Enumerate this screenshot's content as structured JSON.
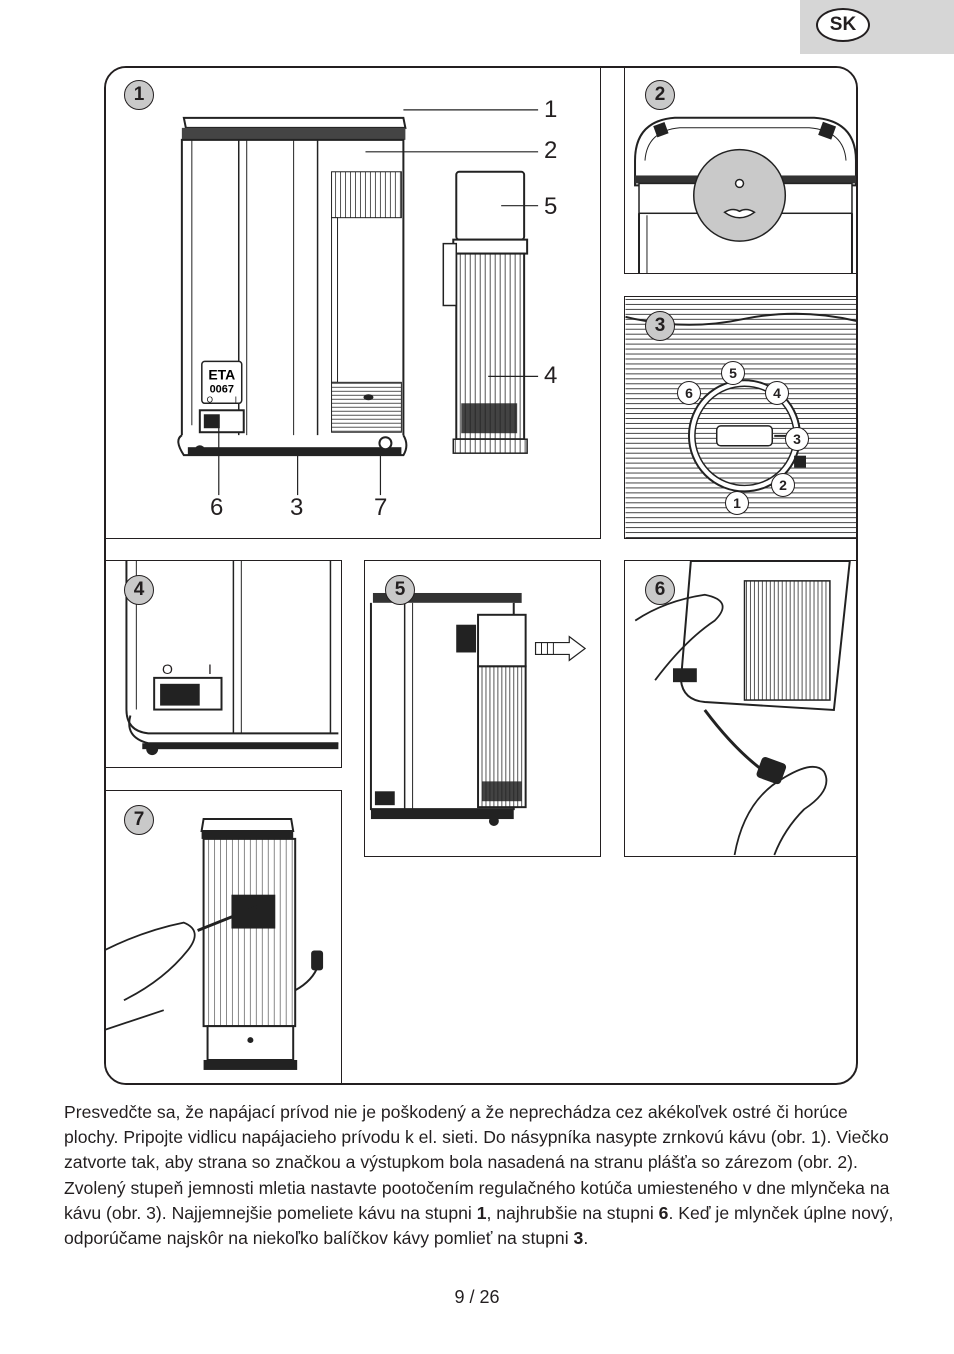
{
  "header": {
    "language_badge": "SK"
  },
  "figures": {
    "fig1": {
      "number": "1",
      "label_eta": "ETA",
      "label_model": "0067",
      "switch_off": "O",
      "switch_on": "I",
      "callouts": [
        "1",
        "2",
        "5",
        "4",
        "6",
        "3",
        "7"
      ]
    },
    "fig2": {
      "number": "2"
    },
    "fig3": {
      "number": "3",
      "dial_levels": [
        "1",
        "2",
        "3",
        "4",
        "5",
        "6"
      ]
    },
    "fig4": {
      "number": "4",
      "switch_off": "O",
      "switch_on": "I"
    },
    "fig5": {
      "number": "5"
    },
    "fig6": {
      "number": "6"
    },
    "fig7": {
      "number": "7"
    }
  },
  "instructions": {
    "p1": "Presvedčte sa, že napájací prívod nie je poškodený a že neprechádza cez akékoľvek ostré či horúce plochy. Pripojte vidlicu napájacieho prívodu k el. sieti. Do násypníka nasypte zrnkovú kávu (obr. 1). Viečko zatvorte tak, aby strana so značkou a výstupkom bola nasadená na stranu plášťa so zárezom (obr. 2). Zvolený stupeň jemnosti mletia nastavte pootočením regulačného kotúča umiesteného v dne mlynčeka na kávu (obr. 3). Najjemnejšie pomeliete kávu na stupni ",
    "b1": "1",
    "p2": ", najhrubšie na stupni ",
    "b2": "6",
    "p3": ". Keď je mlynček úplne nový, odporúčame najskôr na niekoľko balíčkov kávy pomlieť na stupni ",
    "b3": "3",
    "p4": "."
  },
  "footer": {
    "page_number": "9  / 26"
  }
}
